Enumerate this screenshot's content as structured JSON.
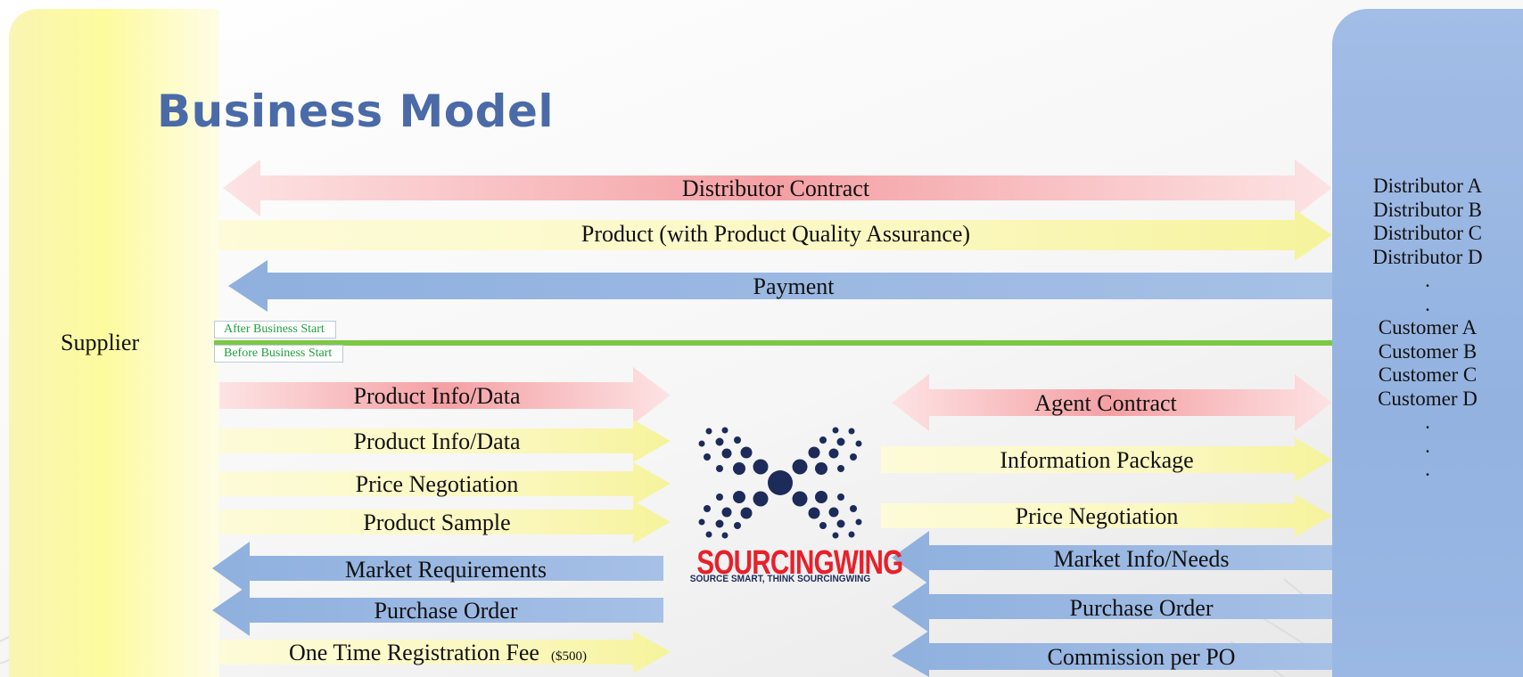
{
  "title": "Business Model",
  "supplier_label": "Supplier",
  "right_parties": [
    "Distributor A",
    "Distributor B",
    "Distributor C",
    "Distributor D",
    ".",
    ".",
    "Customer A",
    "Customer B",
    "Customer C",
    "Customer D",
    ".",
    ".",
    "."
  ],
  "tags": {
    "after": "After Business Start",
    "before": "Before Business Start"
  },
  "top_flows": {
    "distributor_contract": "Distributor Contract",
    "product": "Product (with Product Quality Assurance)",
    "payment": "Payment"
  },
  "left_flows": {
    "product_info_1": "Product Info/Data",
    "product_info_2": "Product Info/Data",
    "price_negotiation": "Price Negotiation",
    "product_sample": "Product Sample",
    "market_requirements": "Market Requirements",
    "purchase_order": "Purchase Order",
    "registration_fee": "One Time Registration Fee",
    "registration_fee_amount": "($500)"
  },
  "right_flows": {
    "agent_contract": "Agent Contract",
    "information_package": "Information Package",
    "price_negotiation": "Price Negotiation",
    "market_info": "Market Info/Needs",
    "purchase_order": "Purchase Order",
    "commission": "Commission per PO"
  },
  "logo": {
    "brand": "SOURCINGWING",
    "tagline": "SOURCE SMART, THINK SOURCINGWING"
  },
  "colors": {
    "red_flow": "#f4a0a4",
    "yellow_flow": "#fbf8c2",
    "blue_flow": "#9ab5e0",
    "divider": "#7bc843",
    "title": "#4a6aa8",
    "brand_red": "#e8202a",
    "brand_navy": "#1c2b5a"
  }
}
